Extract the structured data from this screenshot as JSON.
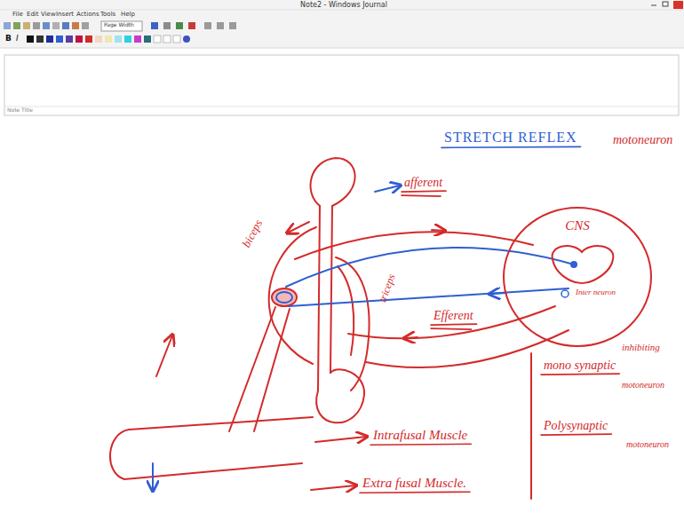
{
  "diagram": {
    "title": "STRETCH REFLEX",
    "nodes": [
      {
        "text": [
          "CNS"
        ]
      }
    ],
    "labels": [
      "Note2 - Windows Journal",
      "File",
      "Edit",
      "View",
      "Insert",
      "Actions",
      "Tools",
      "Help",
      "Page Width",
      "B",
      "I",
      "Note Title",
      "motoneuron",
      "afferent",
      "biceps",
      "triceps",
      "Inter neuron",
      "inhibiting",
      "Efferent",
      "mono synaptic",
      "motoneuron",
      "Polysynaptic",
      "motoneuron",
      "Intrafusal Muscle",
      "Extra fusal Muscle."
    ]
  }
}
